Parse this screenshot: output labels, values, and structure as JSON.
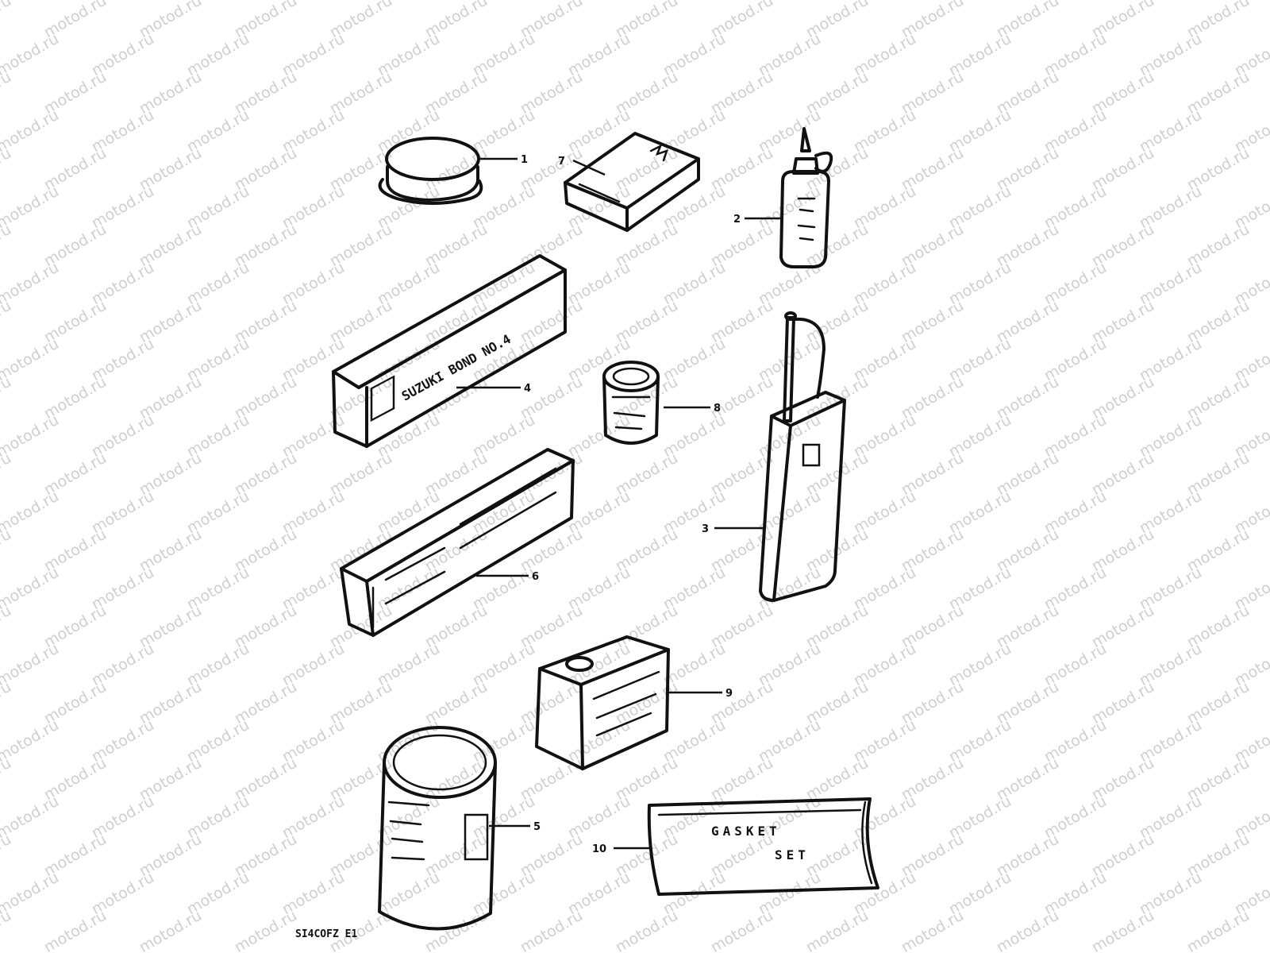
{
  "watermark": {
    "text": "motod.ru",
    "color": "#cfcfcf"
  },
  "diagram": {
    "code": "SI4COFZ E1",
    "callouts": [
      "1",
      "2",
      "3",
      "4",
      "5",
      "6",
      "7",
      "8",
      "9",
      "10"
    ],
    "labels": {
      "bond_box": "SUZUKI BOND NO.4",
      "gasket_line1": "GASKET",
      "gasket_line2": "SET"
    }
  },
  "colors": {
    "ink": "#111111",
    "background": "#ffffff"
  }
}
